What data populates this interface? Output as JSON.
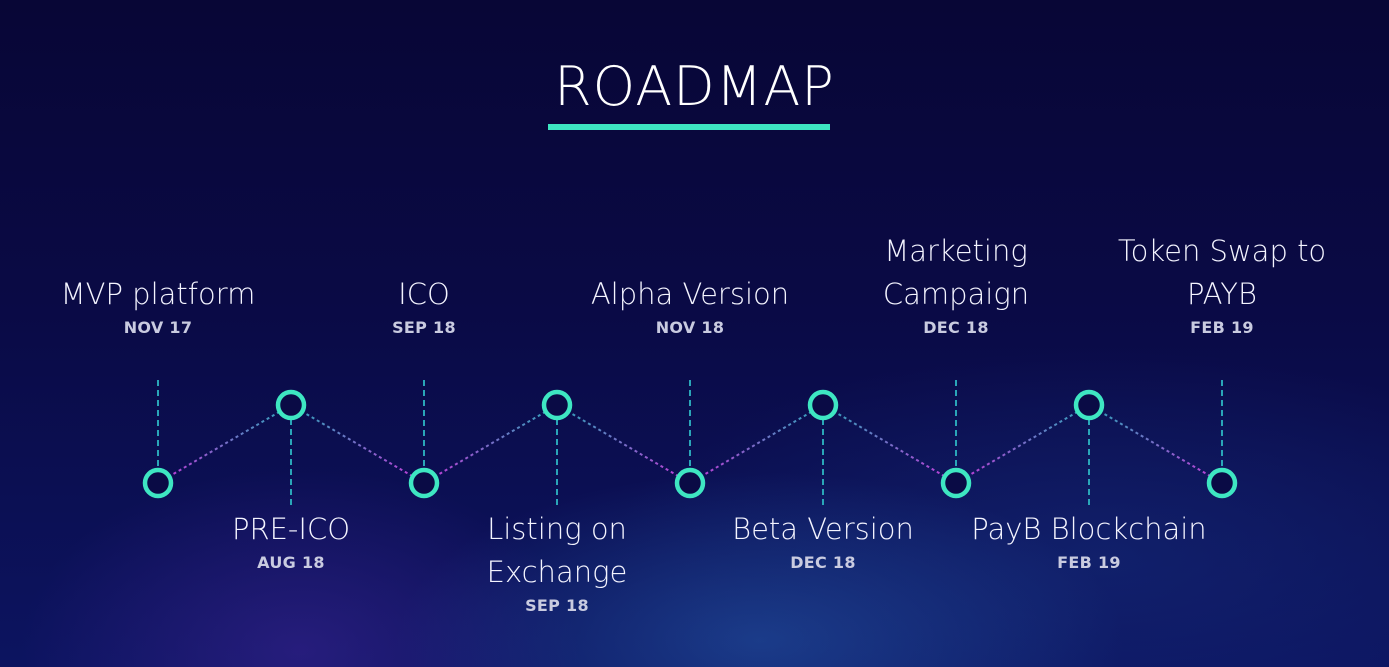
{
  "header": {
    "title": "ROADMAP"
  },
  "colors": {
    "accent": "#3ee6c2",
    "connector_a": "#2aa6b8",
    "connector_b": "#c637d8",
    "text": "#ffffff",
    "date_text": "#c9cbe0"
  },
  "milestones": [
    {
      "name": "MVP platform",
      "date": "NOV 17",
      "position": "top"
    },
    {
      "name": "PRE-ICO",
      "date": "AUG 18",
      "position": "bottom"
    },
    {
      "name": "ICO",
      "date": "SEP 18",
      "position": "top"
    },
    {
      "name": "Listing on Exchange",
      "date": "SEP 18",
      "position": "bottom"
    },
    {
      "name": "Alpha Version",
      "date": "NOV 18",
      "position": "top"
    },
    {
      "name": "Beta Version",
      "date": "DEC 18",
      "position": "bottom"
    },
    {
      "name": "Marketing Campaign",
      "date": "DEC 18",
      "position": "top"
    },
    {
      "name": "PayB Blockchain",
      "date": "FEB 19",
      "position": "bottom"
    },
    {
      "name": "Token Swap to PAYB",
      "date": "FEB 19",
      "position": "top"
    }
  ]
}
